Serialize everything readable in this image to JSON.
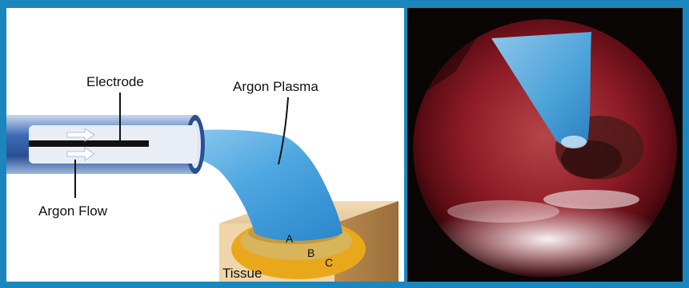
{
  "diagram": {
    "labels": {
      "electrode": "Electrode",
      "argon_plasma": "Argon Plasma",
      "argon_flow": "Argon Flow",
      "tissue": "Tissue",
      "zone_a": "A",
      "zone_b": "B",
      "zone_c": "C"
    }
  },
  "colors": {
    "frame": "#1a86bd",
    "plasma": "#3a9ad6",
    "probe": "#2c5aa8",
    "tissue_block": "#e6c79a",
    "zone_a": "#d4a64a",
    "zone_b": "#f0b020"
  }
}
